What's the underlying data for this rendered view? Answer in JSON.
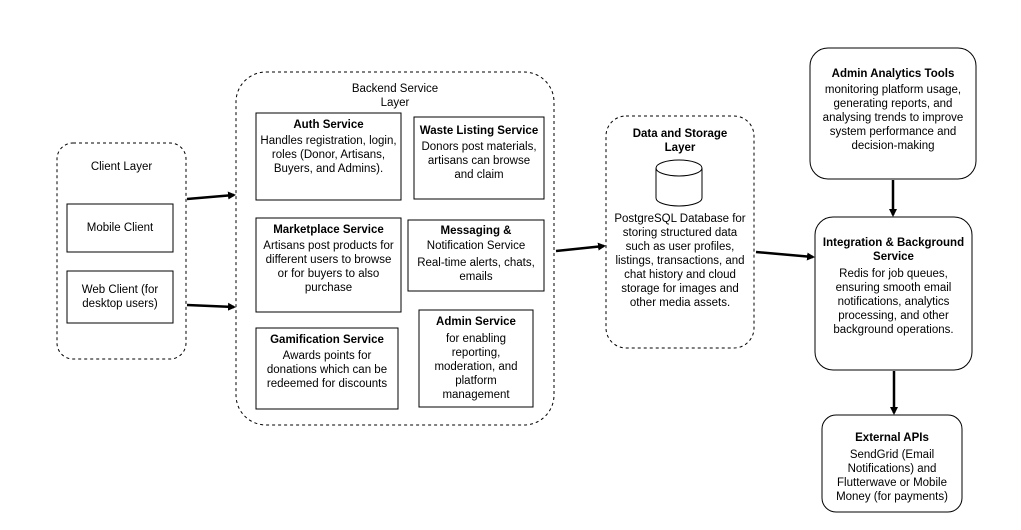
{
  "client_layer": {
    "title": "Client Layer",
    "mobile": "Mobile Client",
    "web": "Web Client (for desktop users)"
  },
  "backend": {
    "title": "Backend Service Layer",
    "auth": {
      "title": "Auth Service",
      "desc": "Handles registration, login, roles (Donor, Artisans, Buyers, and Admins)."
    },
    "waste": {
      "title": "Waste Listing Service",
      "desc": "Donors post materials, artisans can browse and claim"
    },
    "marketplace": {
      "title": "Marketplace Service",
      "desc": "Artisans post products for different users to browse or for buyers to also purchase"
    },
    "messaging": {
      "title": "Messaging &",
      "title2": "Notification Service",
      "desc": "Real-time alerts, chats, emails"
    },
    "gamification": {
      "title": "Gamification Service",
      "desc": "Awards points for donations which can be redeemed for discounts"
    },
    "admin": {
      "title": "Admin Service",
      "desc": "for enabling reporting, moderation, and platform management"
    }
  },
  "data_storage": {
    "title": "Data and Storage Layer",
    "desc": "PostgreSQL Database for storing structured data such as user profiles, listings, transactions, and chat history and cloud storage for images and other media assets."
  },
  "admin_tools": {
    "title": "Admin Analytics Tools",
    "desc": "monitoring platform usage, generating reports, and analysing trends to improve system performance and decision-making"
  },
  "integration": {
    "title": "Integration & Background Service",
    "desc": "Redis for job queues, ensuring smooth email notifications, analytics processing, and other background operations."
  },
  "external": {
    "title": "External APIs",
    "desc": "SendGrid (Email Notifications) and Flutterwave or Mobile Money (for payments)"
  },
  "colors": {
    "stroke": "#000000",
    "background": "#ffffff"
  }
}
